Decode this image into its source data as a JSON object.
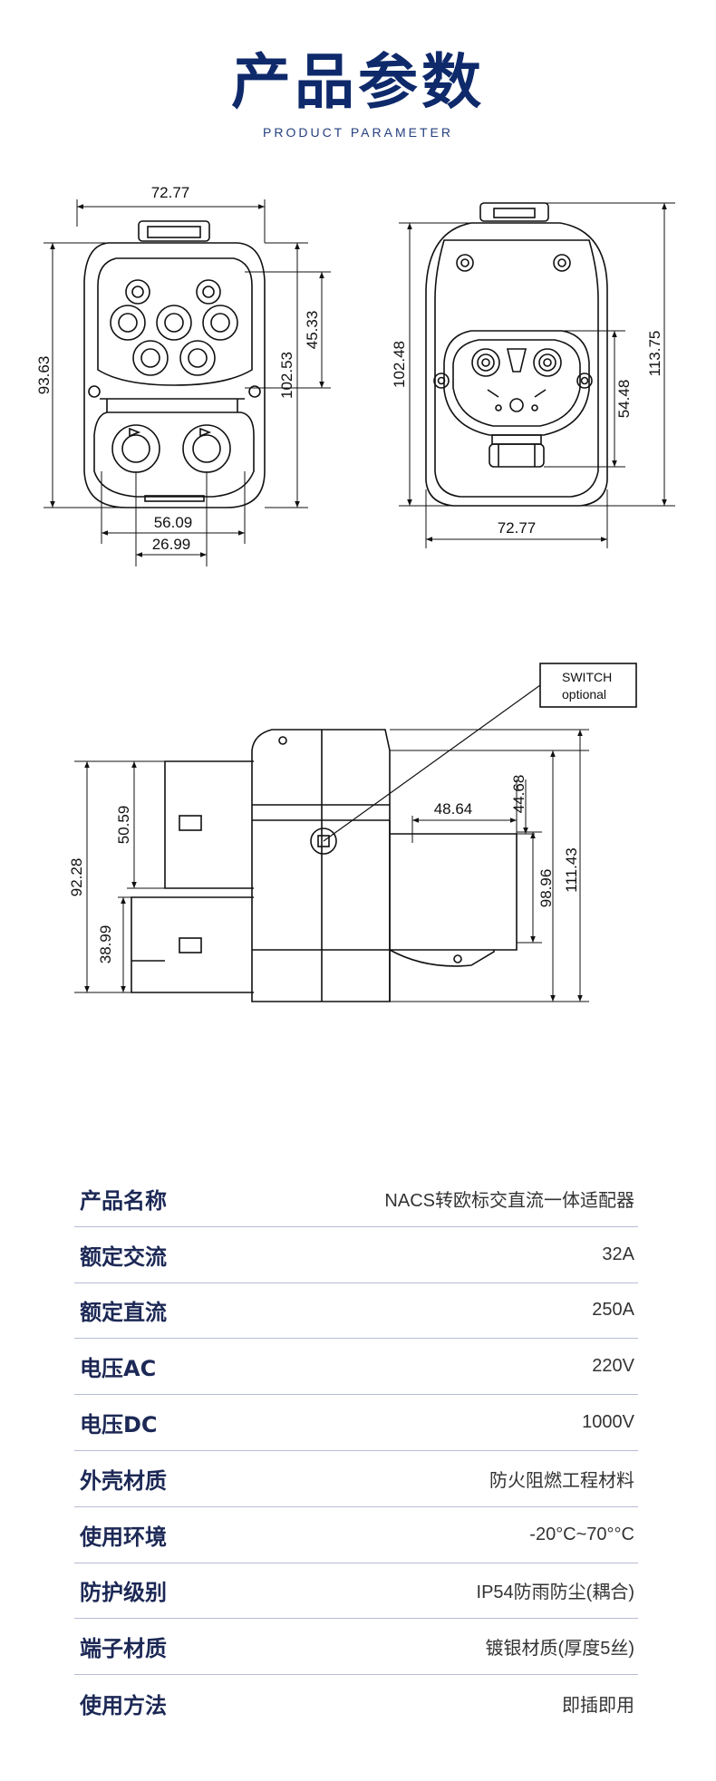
{
  "header": {
    "title": "产品参数",
    "subtitle": "PRODUCT PARAMETER"
  },
  "drawing_labels": {
    "front": {
      "width_top": "72.77",
      "height_total": "93.63",
      "height_upper": "45.33",
      "height_mid": "102.53",
      "width_dc": "56.09",
      "width_dc_pins": "26.99"
    },
    "rear": {
      "height_left": "102.48",
      "height_right": "113.75",
      "height_socket": "54.48",
      "width_bottom": "72.77"
    },
    "side": {
      "switch_line1": "SWITCH",
      "switch_line2": "optional",
      "h_upper": "50.59",
      "h_total": "92.28",
      "h_lower": "38.99",
      "depth_plug": "48.64",
      "h_small": "44.68",
      "h_plug": "98.96",
      "h_right": "111.43"
    }
  },
  "specs": [
    {
      "label": "产品名称",
      "value": "NACS转欧标交直流一体适配器"
    },
    {
      "label": "额定交流",
      "value": "32A"
    },
    {
      "label": "额定直流",
      "value": "250A"
    },
    {
      "label": "电压AC",
      "value": "220V"
    },
    {
      "label": "电压DC",
      "value": "1000V"
    },
    {
      "label": "外壳材质",
      "value": "防火阻燃工程材料"
    },
    {
      "label": "使用环境",
      "value": "-20°C~70°°C"
    },
    {
      "label": "防护级别",
      "value": "IP54防雨防尘(耦合)"
    },
    {
      "label": "端子材质",
      "value": "镀银材质(厚度5丝)"
    },
    {
      "label": "使用方法",
      "value": "即插即用"
    }
  ],
  "colors": {
    "title": "#0f2a6b",
    "divider": "#b7bdd2",
    "drawing": "#111111"
  }
}
